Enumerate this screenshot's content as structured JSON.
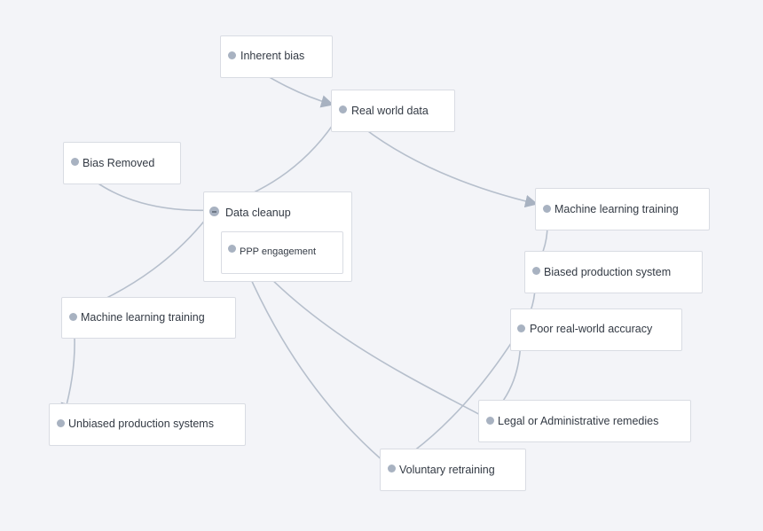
{
  "colors": {
    "background": "#f3f4f8",
    "node_fill": "#ffffff",
    "node_border": "#d9dce3",
    "connector": "#a8b2c1",
    "text": "#333a44"
  },
  "nodes": {
    "inherent_bias": "Inherent bias",
    "real_world_data": "Real world data",
    "bias_removed": "Bias Removed",
    "data_cleanup": "Data cleanup",
    "ppp_engagement": "PPP engagement",
    "ml_training_right": "Machine learning training",
    "biased_production": "Biased production system",
    "poor_accuracy": "Poor real-world accuracy",
    "ml_training_left": "Machine learning training",
    "unbiased_production": "Unbiased production systems",
    "legal_remedies": "Legal or Administrative remedies",
    "voluntary_retraining": "Voluntary retraining"
  },
  "edges": [
    {
      "from": "Inherent bias",
      "to": "Real world data"
    },
    {
      "from": "Real world data",
      "to": "Machine learning training"
    },
    {
      "from": "Real world data",
      "to": "Data cleanup"
    },
    {
      "from": "Data cleanup",
      "to": "Bias Removed"
    },
    {
      "from": "Data cleanup",
      "to": "Machine learning training"
    },
    {
      "from": "Machine learning training",
      "to": "Unbiased production systems"
    },
    {
      "from": "Machine learning training",
      "to": "Biased production system"
    },
    {
      "from": "Biased production system",
      "to": "Poor real-world accuracy"
    },
    {
      "from": "Poor real-world accuracy",
      "to": "Legal or Administrative remedies"
    },
    {
      "from": "Poor real-world accuracy",
      "to": "Voluntary retraining"
    },
    {
      "from": "Legal or Administrative remedies",
      "to": "Data cleanup"
    },
    {
      "from": "Voluntary retraining",
      "to": "Data cleanup"
    }
  ]
}
